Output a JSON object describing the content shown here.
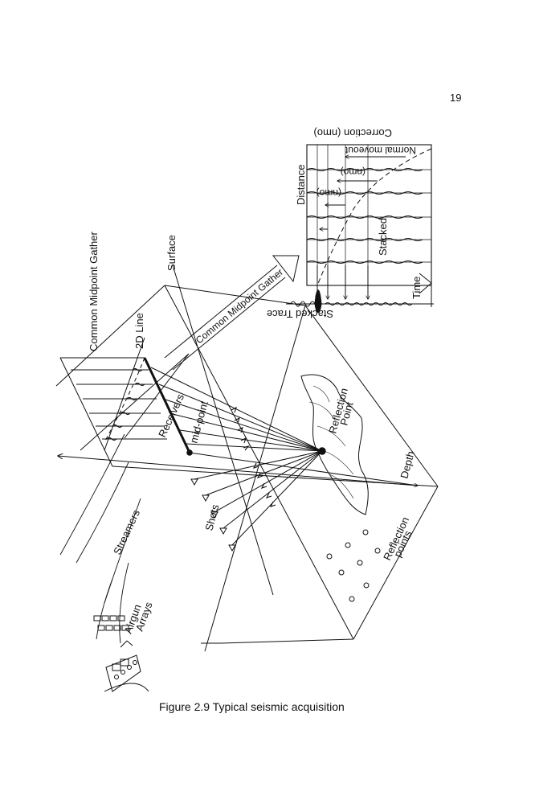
{
  "page": {
    "number": "19"
  },
  "caption": "Figure 2.9 Typical seismic acquisition",
  "labels": {
    "common_midpoint_gather_title": "Common Midpoint Gather",
    "line_2d": "2D Line",
    "surface": "Surface",
    "common_midpoint_gather_arrow": "Common Midpoint Gather",
    "receivers": "Receivers",
    "mid_point": "mid-point",
    "reflection_point": [
      "Reflection",
      "Point"
    ],
    "depth": "Depth",
    "shots": "Shots",
    "streamers": "Streamers",
    "airgun_arrays": [
      "Airgun",
      "Arrays"
    ],
    "reflection_points": [
      "Reflection",
      "points"
    ],
    "stacked_trace": "Stacked Trace",
    "time": "Time",
    "stacked": "Stacked",
    "distance": "Distance",
    "nmo_1": "(nmo)",
    "nmo_2": "(nmo)",
    "normal_moveout": "Normal moveout",
    "correction_nmo": "Correction (nmo)"
  }
}
